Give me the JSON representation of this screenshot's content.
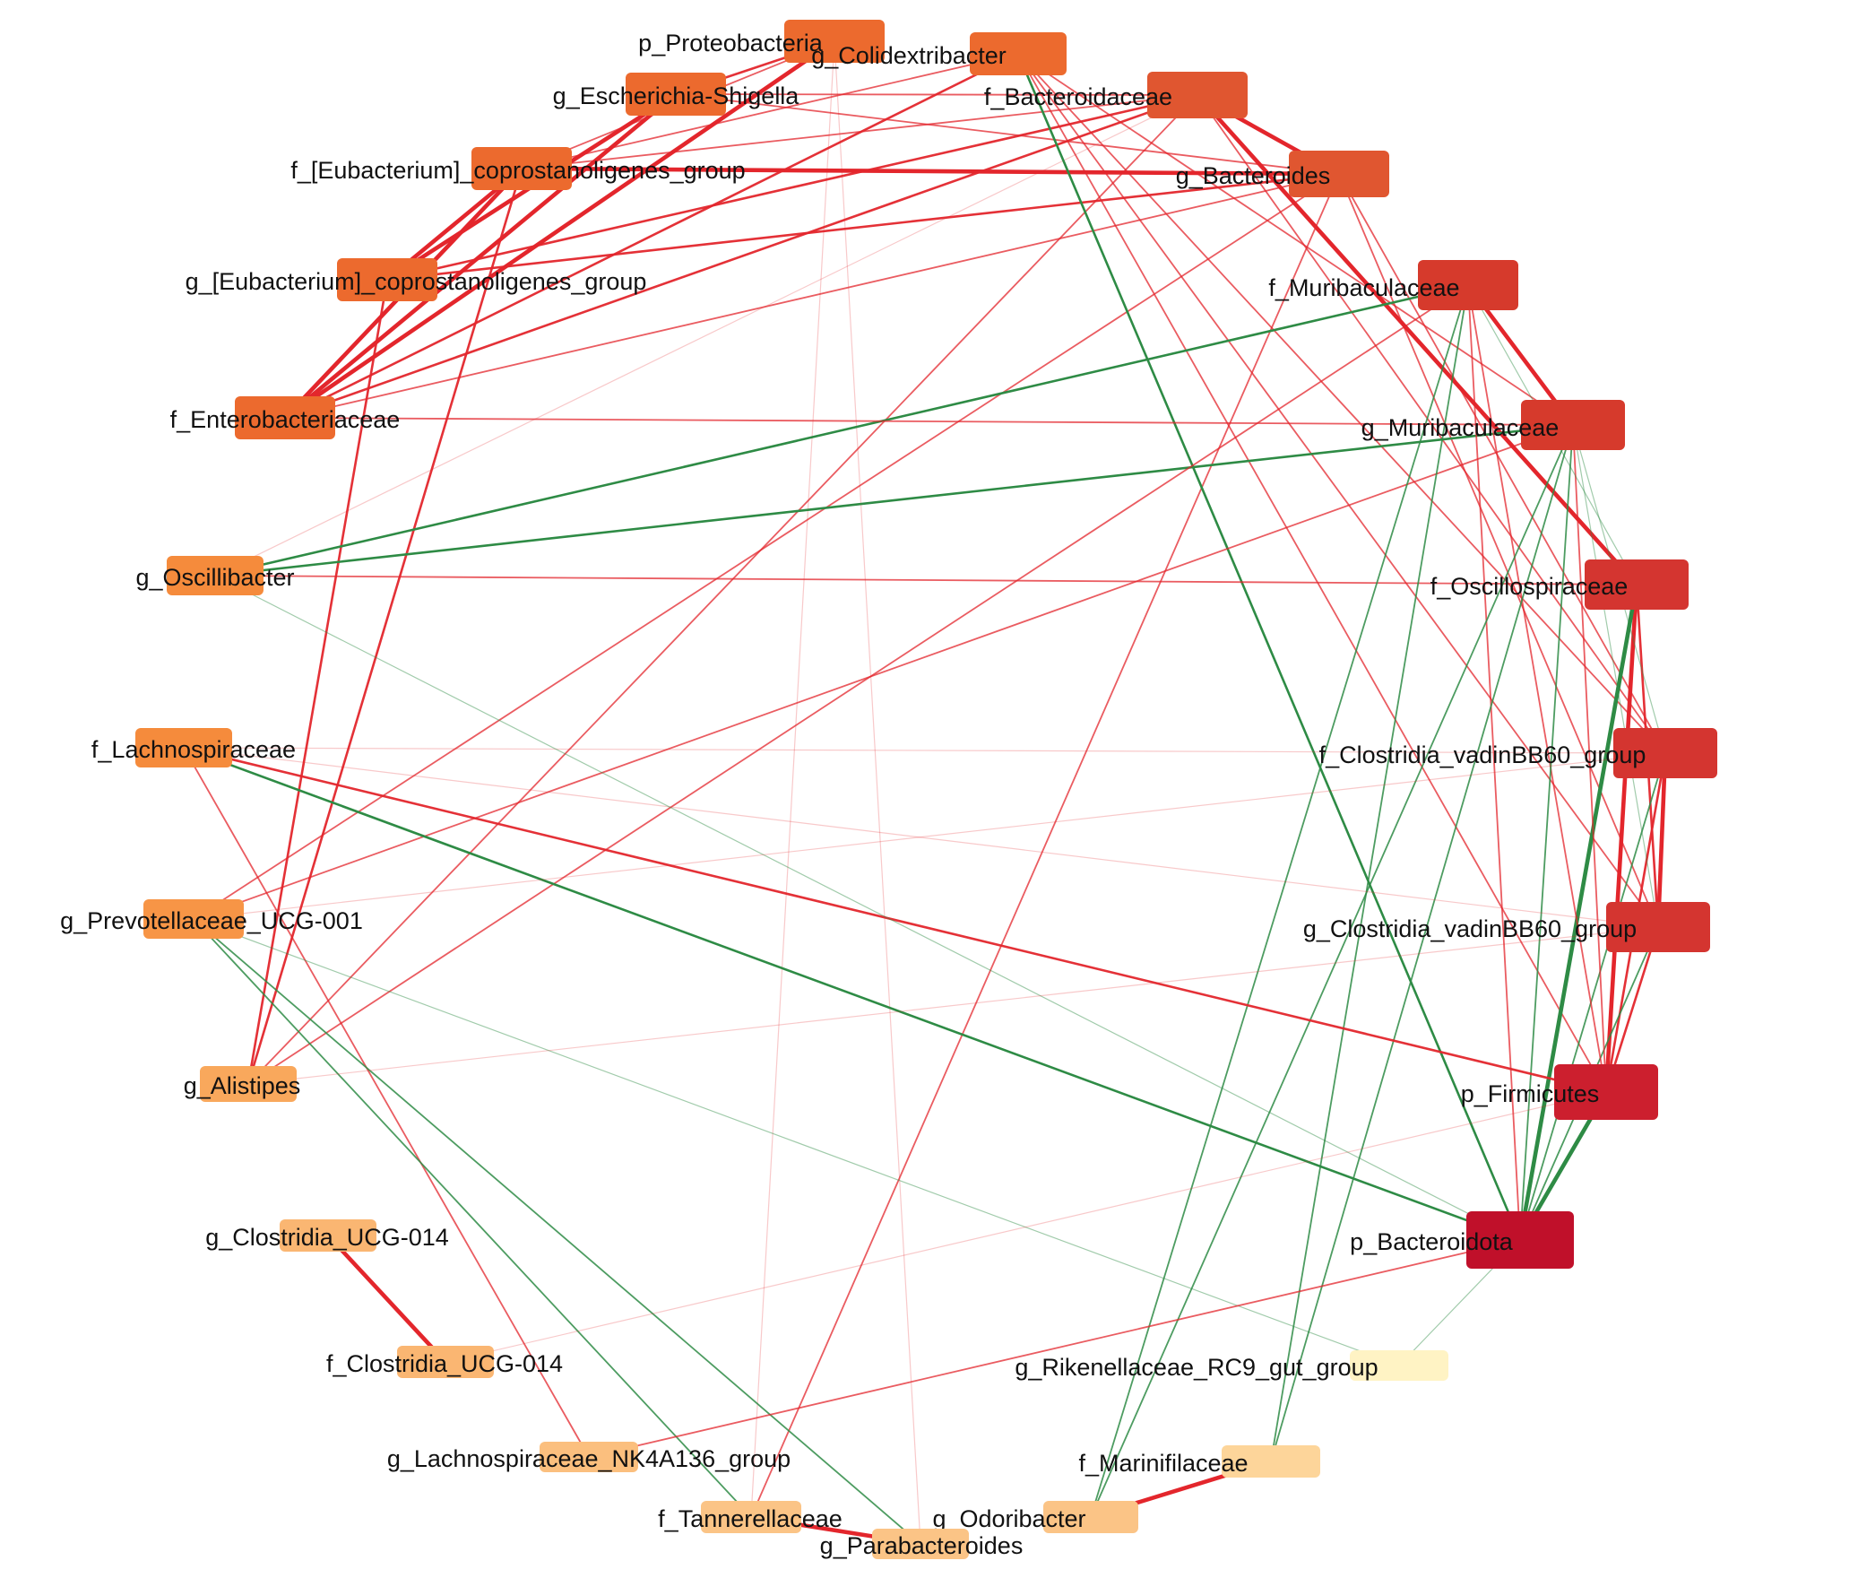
{
  "diagram": {
    "type": "network",
    "layout": "circle",
    "edge_colors": {
      "positive": "#e3262c",
      "negative": "#2e8b45"
    },
    "nodes": [
      {
        "id": "p_Proteobacteria",
        "label": "p_Proteobacteria",
        "color": "#ec6a2e"
      },
      {
        "id": "g_Colidextribacter",
        "label": "g_Colidextribacter",
        "color": "#ec6a2e"
      },
      {
        "id": "f_Bacteroidaceae",
        "label": "f_Bacteroidaceae",
        "color": "#e05630"
      },
      {
        "id": "g_Bacteroides",
        "label": "g_Bacteroides",
        "color": "#e05630"
      },
      {
        "id": "f_Muribaculaceae",
        "label": "f_Muribaculaceae",
        "color": "#d63a2c"
      },
      {
        "id": "g_Muribaculaceae",
        "label": "g_Muribaculaceae",
        "color": "#d63a2c"
      },
      {
        "id": "f_Oscillospiraceae",
        "label": "f_Oscillospiraceae",
        "color": "#d43530"
      },
      {
        "id": "f_Clostridia_vadinBB60_group",
        "label": "f_Clostridia_vadinBB60_group",
        "color": "#d43530"
      },
      {
        "id": "g_Clostridia_vadinBB60_group",
        "label": "g_Clostridia_vadinBB60_group",
        "color": "#d43530"
      },
      {
        "id": "p_Firmicutes",
        "label": "p_Firmicutes",
        "color": "#cc1f2e"
      },
      {
        "id": "p_Bacteroidota",
        "label": "p_Bacteroidota",
        "color": "#c0102a"
      },
      {
        "id": "g_Rikenellaceae_RC9_gut_group",
        "label": "g_Rikenellaceae_RC9_gut_group",
        "color": "#fff3c4"
      },
      {
        "id": "f_Marinifilaceae",
        "label": "f_Marinifilaceae",
        "color": "#fdd59a"
      },
      {
        "id": "g_Odoribacter",
        "label": "g_Odoribacter",
        "color": "#fbc486"
      },
      {
        "id": "g_Parabacteroides",
        "label": "g_Parabacteroides",
        "color": "#fbc486"
      },
      {
        "id": "f_Tannerellaceae",
        "label": "f_Tannerellaceae",
        "color": "#fbc486"
      },
      {
        "id": "g_Lachnospiraceae_NK4A136_group",
        "label": "g_Lachnospiraceae_NK4A136_group",
        "color": "#fbbf7e"
      },
      {
        "id": "f_Clostridia_UCG-014",
        "label": "f_Clostridia_UCG-014",
        "color": "#fab672"
      },
      {
        "id": "g_Clostridia_UCG-014",
        "label": "g_Clostridia_UCG-014",
        "color": "#fab672"
      },
      {
        "id": "g_Alistipes",
        "label": "g_Alistipes",
        "color": "#f9a85c"
      },
      {
        "id": "g_Prevotellaceae_UCG-001",
        "label": "g_Prevotellaceae_UCG-001",
        "color": "#f79546"
      },
      {
        "id": "f_Lachnospiraceae",
        "label": "f_Lachnospiraceae",
        "color": "#f58b3c"
      },
      {
        "id": "g_Oscillibacter",
        "label": "g_Oscillibacter",
        "color": "#f58b3c"
      },
      {
        "id": "f_Enterobacteriaceae",
        "label": "f_Enterobacteriaceae",
        "color": "#ec6a2e"
      },
      {
        "id": "g_[Eubacterium]_coprostanoligenes_group",
        "label": "g_[Eubacterium]_coprostanoligenes_group",
        "color": "#ec6a2e"
      },
      {
        "id": "f_[Eubacterium]_coprostanoligenes_group",
        "label": "f_[Eubacterium]_coprostanoligenes_group",
        "color": "#ec6a2e"
      },
      {
        "id": "g_Escherichia-Shigella",
        "label": "g_Escherichia-Shigella",
        "color": "#ec6a2e"
      }
    ],
    "edges": [
      {
        "source": "g_Escherichia-Shigella",
        "target": "f_Enterobacteriaceae",
        "sign": "positive",
        "strength": 3
      },
      {
        "source": "g_Escherichia-Shigella",
        "target": "g_[Eubacterium]_coprostanoligenes_group",
        "sign": "positive",
        "strength": 3
      },
      {
        "source": "f_[Eubacterium]_coprostanoligenes_group",
        "target": "g_[Eubacterium]_coprostanoligenes_group",
        "sign": "positive",
        "strength": 3
      },
      {
        "source": "f_[Eubacterium]_coprostanoligenes_group",
        "target": "f_Enterobacteriaceae",
        "sign": "positive",
        "strength": 3
      },
      {
        "source": "f_[Eubacterium]_coprostanoligenes_group",
        "target": "g_Bacteroides",
        "sign": "positive",
        "strength": 3
      },
      {
        "source": "g_[Eubacterium]_coprostanoligenes_group",
        "target": "f_Bacteroidaceae",
        "sign": "positive",
        "strength": 2
      },
      {
        "source": "g_[Eubacterium]_coprostanoligenes_group",
        "target": "g_Bacteroides",
        "sign": "positive",
        "strength": 2
      },
      {
        "source": "f_Enterobacteriaceae",
        "target": "p_Proteobacteria",
        "sign": "positive",
        "strength": 3
      },
      {
        "source": "f_Enterobacteriaceae",
        "target": "g_Colidextribacter",
        "sign": "positive",
        "strength": 2
      },
      {
        "source": "f_Enterobacteriaceae",
        "target": "f_Bacteroidaceae",
        "sign": "positive",
        "strength": 2
      },
      {
        "source": "f_Enterobacteriaceae",
        "target": "g_Bacteroides",
        "sign": "positive",
        "strength": 1
      },
      {
        "source": "g_Escherichia-Shigella",
        "target": "f_Bacteroidaceae",
        "sign": "positive",
        "strength": 1
      },
      {
        "source": "g_Escherichia-Shigella",
        "target": "g_Bacteroides",
        "sign": "positive",
        "strength": 1
      },
      {
        "source": "p_Proteobacteria",
        "target": "g_Escherichia-Shigella",
        "sign": "positive",
        "strength": 2
      },
      {
        "source": "p_Proteobacteria",
        "target": "f_[Eubacterium]_coprostanoligenes_group",
        "sign": "positive",
        "strength": 1
      },
      {
        "source": "g_Colidextribacter",
        "target": "f_[Eubacterium]_coprostanoligenes_group",
        "sign": "positive",
        "strength": 1
      },
      {
        "source": "f_Bacteroidaceae",
        "target": "g_Bacteroides",
        "sign": "positive",
        "strength": 3
      },
      {
        "source": "f_Bacteroidaceae",
        "target": "f_[Eubacterium]_coprostanoligenes_group",
        "sign": "positive",
        "strength": 1
      },
      {
        "source": "f_[Eubacterium]_coprostanoligenes_group",
        "target": "g_Alistipes",
        "sign": "positive",
        "strength": 2
      },
      {
        "source": "g_[Eubacterium]_coprostanoligenes_group",
        "target": "g_Alistipes",
        "sign": "positive",
        "strength": 2
      },
      {
        "source": "g_Bacteroides",
        "target": "g_Prevotellaceae_UCG-001",
        "sign": "positive",
        "strength": 1
      },
      {
        "source": "g_Bacteroides",
        "target": "f_Tannerellaceae",
        "sign": "positive",
        "strength": 1
      },
      {
        "source": "f_Bacteroidaceae",
        "target": "g_Alistipes",
        "sign": "positive",
        "strength": 1
      },
      {
        "source": "p_Proteobacteria",
        "target": "g_Parabacteroides",
        "sign": "positive",
        "strength": 0
      },
      {
        "source": "p_Proteobacteria",
        "target": "f_Tannerellaceae",
        "sign": "positive",
        "strength": 0
      },
      {
        "source": "f_Bacteroidaceae",
        "target": "g_Oscillibacter",
        "sign": "positive",
        "strength": 0
      },
      {
        "source": "g_Colidextribacter",
        "target": "p_Bacteroidota",
        "sign": "negative",
        "strength": 2
      },
      {
        "source": "g_Colidextribacter",
        "target": "p_Firmicutes",
        "sign": "positive",
        "strength": 1
      },
      {
        "source": "g_Colidextribacter",
        "target": "g_Clostridia_vadinBB60_group",
        "sign": "positive",
        "strength": 1
      },
      {
        "source": "g_Colidextribacter",
        "target": "g_Muribaculaceae",
        "sign": "positive",
        "strength": 1
      },
      {
        "source": "g_Colidextribacter",
        "target": "f_Clostridia_vadinBB60_group",
        "sign": "positive",
        "strength": 1
      },
      {
        "source": "f_Bacteroidaceae",
        "target": "f_Oscillospiraceae",
        "sign": "positive",
        "strength": 3
      },
      {
        "source": "f_Bacteroidaceae",
        "target": "f_Clostridia_vadinBB60_group",
        "sign": "positive",
        "strength": 1
      },
      {
        "source": "g_Bacteroides",
        "target": "f_Clostridia_vadinBB60_group",
        "sign": "positive",
        "strength": 1
      },
      {
        "source": "g_Bacteroides",
        "target": "g_Clostridia_vadinBB60_group",
        "sign": "positive",
        "strength": 1
      },
      {
        "source": "f_Muribaculaceae",
        "target": "g_Muribaculaceae",
        "sign": "positive",
        "strength": 3
      },
      {
        "source": "f_Muribaculaceae",
        "target": "g_Oscillibacter",
        "sign": "negative",
        "strength": 2
      },
      {
        "source": "g_Muribaculaceae",
        "target": "g_Oscillibacter",
        "sign": "negative",
        "strength": 2
      },
      {
        "source": "g_Oscillibacter",
        "target": "f_Oscillospiraceae",
        "sign": "positive",
        "strength": 1
      },
      {
        "source": "f_Muribaculaceae",
        "target": "g_Alistipes",
        "sign": "positive",
        "strength": 1
      },
      {
        "source": "g_Muribaculaceae",
        "target": "g_Prevotellaceae_UCG-001",
        "sign": "positive",
        "strength": 1
      },
      {
        "source": "f_Oscillospiraceae",
        "target": "p_Firmicutes",
        "sign": "positive",
        "strength": 3
      },
      {
        "source": "f_Oscillospiraceae",
        "target": "g_Clostridia_vadinBB60_group",
        "sign": "positive",
        "strength": 2
      },
      {
        "source": "f_Oscillospiraceae",
        "target": "p_Bacteroidota",
        "sign": "negative",
        "strength": 3
      },
      {
        "source": "f_Clostridia_vadinBB60_group",
        "target": "g_Clostridia_vadinBB60_group",
        "sign": "positive",
        "strength": 3
      },
      {
        "source": "f_Clostridia_vadinBB60_group",
        "target": "p_Firmicutes",
        "sign": "positive",
        "strength": 2
      },
      {
        "source": "g_Clostridia_vadinBB60_group",
        "target": "p_Firmicutes",
        "sign": "positive",
        "strength": 2
      },
      {
        "source": "f_Clostridia_vadinBB60_group",
        "target": "p_Bacteroidota",
        "sign": "negative",
        "strength": 1
      },
      {
        "source": "g_Clostridia_vadinBB60_group",
        "target": "p_Bacteroidota",
        "sign": "negative",
        "strength": 1
      },
      {
        "source": "p_Firmicutes",
        "target": "p_Bacteroidota",
        "sign": "negative",
        "strength": 3
      },
      {
        "source": "f_Muribaculaceae",
        "target": "p_Firmicutes",
        "sign": "positive",
        "strength": 1
      },
      {
        "source": "g_Muribaculaceae",
        "target": "p_Firmicutes",
        "sign": "positive",
        "strength": 1
      },
      {
        "source": "f_Muribaculaceae",
        "target": "p_Bacteroidota",
        "sign": "positive",
        "strength": 1
      },
      {
        "source": "g_Muribaculaceae",
        "target": "p_Bacteroidota",
        "sign": "negative",
        "strength": 1
      },
      {
        "source": "f_Muribaculaceae",
        "target": "g_Odoribacter",
        "sign": "negative",
        "strength": 1
      },
      {
        "source": "g_Muribaculaceae",
        "target": "g_Odoribacter",
        "sign": "negative",
        "strength": 1
      },
      {
        "source": "f_Muribaculaceae",
        "target": "f_Marinifilaceae",
        "sign": "negative",
        "strength": 1
      },
      {
        "source": "g_Muribaculaceae",
        "target": "f_Marinifilaceae",
        "sign": "negative",
        "strength": 1
      },
      {
        "source": "g_Muribaculaceae",
        "target": "f_Clostridia_vadinBB60_group",
        "sign": "negative",
        "strength": 0
      },
      {
        "source": "g_Muribaculaceae",
        "target": "g_Clostridia_vadinBB60_group",
        "sign": "negative",
        "strength": 0
      },
      {
        "source": "f_Muribaculaceae",
        "target": "f_Oscillospiraceae",
        "sign": "negative",
        "strength": 0
      },
      {
        "source": "f_Lachnospiraceae",
        "target": "p_Firmicutes",
        "sign": "positive",
        "strength": 2
      },
      {
        "source": "f_Lachnospiraceae",
        "target": "p_Bacteroidota",
        "sign": "negative",
        "strength": 2
      },
      {
        "source": "f_Lachnospiraceae",
        "target": "f_Clostridia_vadinBB60_group",
        "sign": "positive",
        "strength": 0
      },
      {
        "source": "f_Lachnospiraceae",
        "target": "g_Lachnospiraceae_NK4A136_group",
        "sign": "positive",
        "strength": 1
      },
      {
        "source": "f_Lachnospiraceae",
        "target": "g_Clostridia_vadinBB60_group",
        "sign": "positive",
        "strength": 0
      },
      {
        "source": "g_Prevotellaceae_UCG-001",
        "target": "g_Parabacteroides",
        "sign": "negative",
        "strength": 1
      },
      {
        "source": "g_Prevotellaceae_UCG-001",
        "target": "f_Tannerellaceae",
        "sign": "negative",
        "strength": 1
      },
      {
        "source": "g_Prevotellaceae_UCG-001",
        "target": "g_Rikenellaceae_RC9_gut_group",
        "sign": "negative",
        "strength": 0
      },
      {
        "source": "g_Oscillibacter",
        "target": "p_Bacteroidota",
        "sign": "negative",
        "strength": 0
      },
      {
        "source": "g_Alistipes",
        "target": "g_Clostridia_vadinBB60_group",
        "sign": "positive",
        "strength": 0
      },
      {
        "source": "g_Clostridia_UCG-014",
        "target": "f_Clostridia_UCG-014",
        "sign": "positive",
        "strength": 3
      },
      {
        "source": "g_Lachnospiraceae_NK4A136_group",
        "target": "p_Bacteroidota",
        "sign": "positive",
        "strength": 1
      },
      {
        "source": "g_Parabacteroides",
        "target": "f_Tannerellaceae",
        "sign": "positive",
        "strength": 3
      },
      {
        "source": "g_Odoribacter",
        "target": "f_Marinifilaceae",
        "sign": "positive",
        "strength": 3
      },
      {
        "source": "g_Rikenellaceae_RC9_gut_group",
        "target": "p_Bacteroidota",
        "sign": "negative",
        "strength": 0
      },
      {
        "source": "g_Prevotellaceae_UCG-001",
        "target": "f_Clostridia_vadinBB60_group",
        "sign": "positive",
        "strength": 0
      },
      {
        "source": "f_Clostridia_UCG-014",
        "target": "p_Firmicutes",
        "sign": "positive",
        "strength": 0
      },
      {
        "source": "f_Enterobacteriaceae",
        "target": "g_Muribaculaceae",
        "sign": "positive",
        "strength": 1
      }
    ]
  }
}
